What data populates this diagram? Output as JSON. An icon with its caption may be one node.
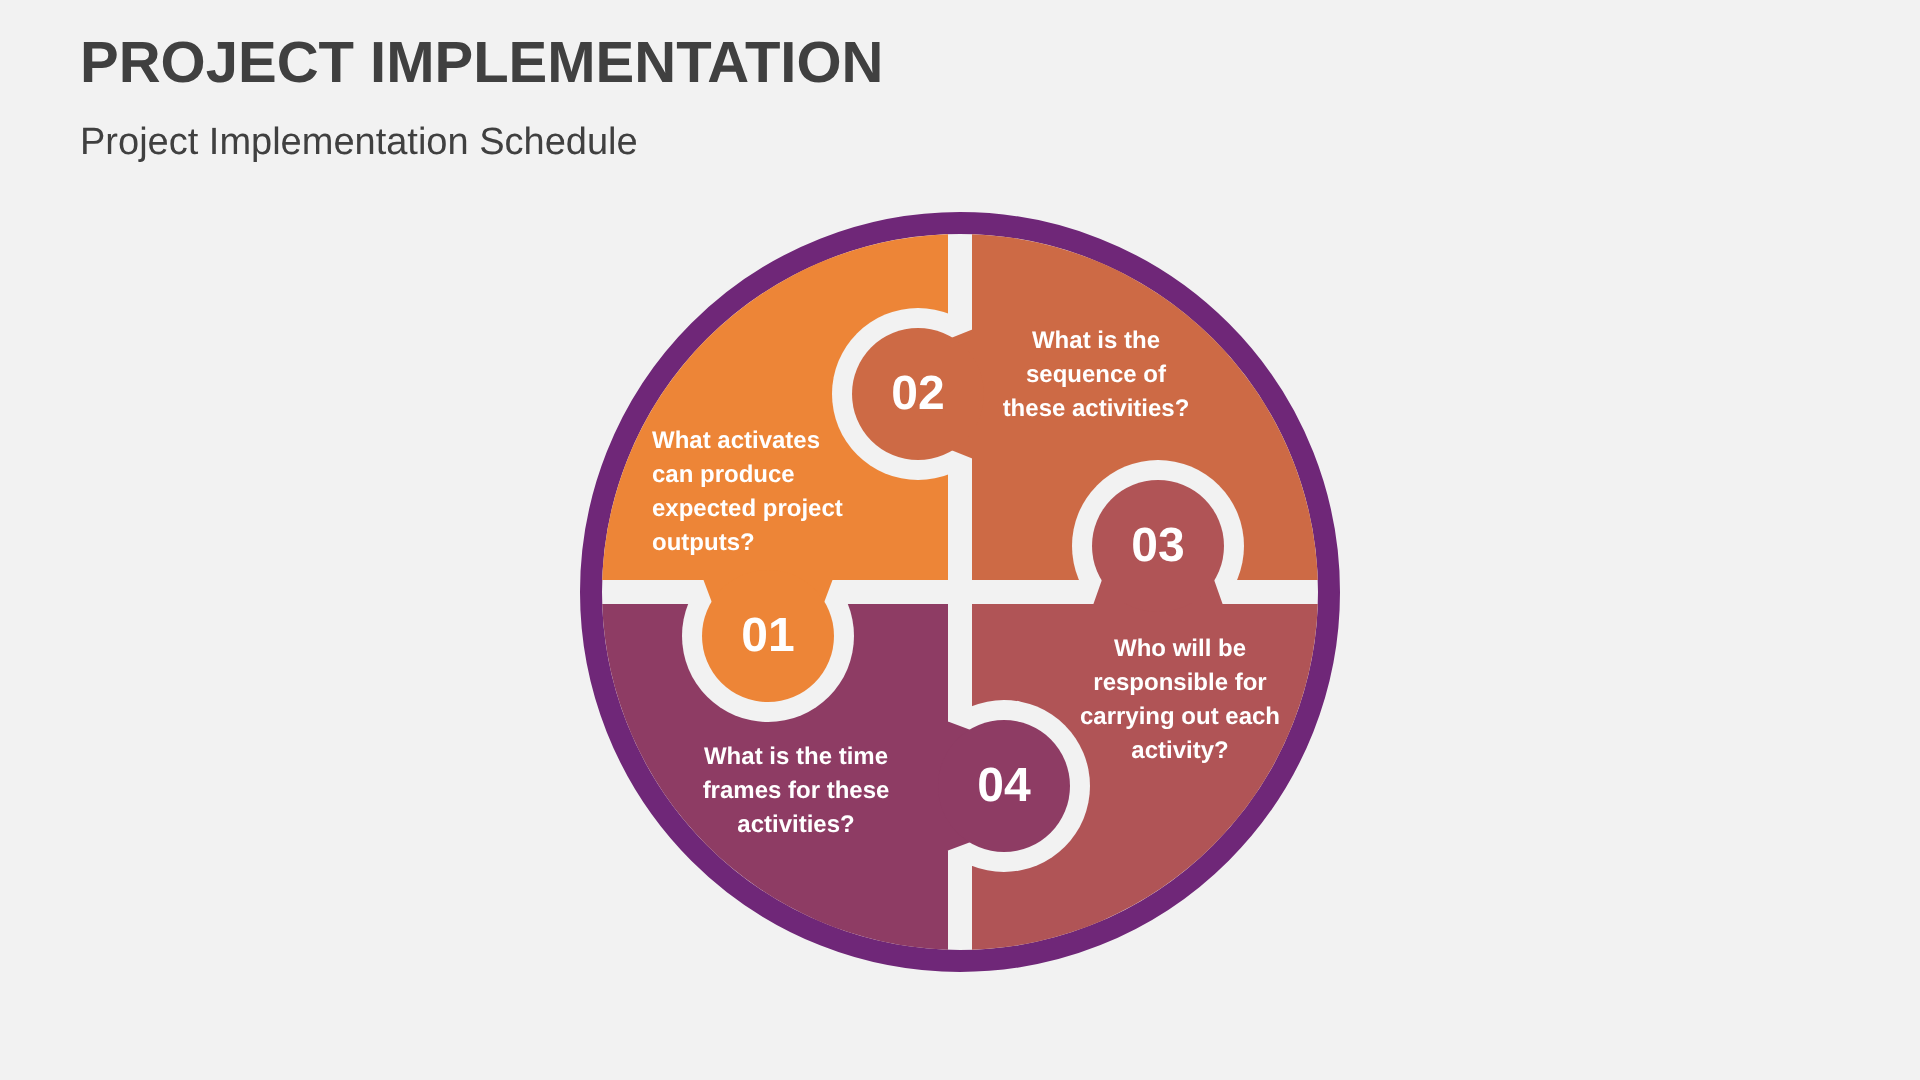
{
  "diagram": {
    "title": "PROJECT IMPLEMENTATION",
    "nodes": [
      {
        "text": [
          "01"
        ]
      },
      {
        "text": [
          "What activates can produce expected project outputs?"
        ]
      },
      {
        "text": [
          "02"
        ]
      },
      {
        "text": [
          "What is the sequence of these activities?"
        ]
      },
      {
        "text": [
          "03"
        ]
      },
      {
        "text": [
          "Who will be responsible for carrying out each activity?"
        ]
      },
      {
        "text": [
          "04"
        ]
      },
      {
        "text": [
          "What is the time frames for these activities?"
        ]
      }
    ],
    "labels": [
      "Project Implementation Schedule"
    ]
  }
}
